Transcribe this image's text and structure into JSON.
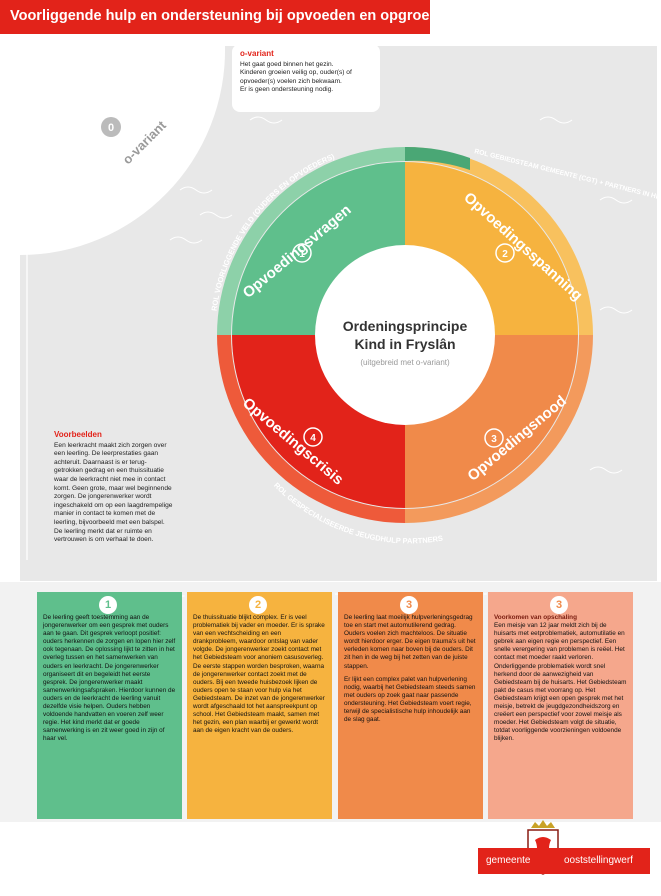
{
  "header": {
    "title": "Voorliggende hulp en ondersteuning bij opvoeden en opgroeien"
  },
  "o_variant": {
    "badge": "0",
    "label": "o-variant",
    "box_title": "o-variant",
    "box_lines": [
      "Het gaat goed binnen het gezin.",
      "Kinderen groeien veilig op, ouder(s) of",
      "opvoeder(s) voelen zich bekwaam.",
      "Er is geen ondersteuning nodig."
    ]
  },
  "center": {
    "title_line1": "Ordeningsprincipe",
    "title_line2": "Kind in Fryslân",
    "subtitle": "(uitgebreid met o-variant)"
  },
  "quadrants": [
    {
      "num": "1",
      "label": "Opvoedingsvragen",
      "color": "#5fbf8c"
    },
    {
      "num": "2",
      "label": "Opvoedingsspanning",
      "color": "#f6b33f"
    },
    {
      "num": "3",
      "label": "Opvoedingsnood",
      "color": "#f08a4a"
    },
    {
      "num": "4",
      "label": "Opvoedingscrisis",
      "color": "#e2231a"
    }
  ],
  "ring_labels": {
    "voorliggend": "ROL VOORLIGGENDE VELD (OUDERS EN OPVOEDERS)",
    "gebiedsteam": "ROL GEBIEDSTEAM GEMEENTE (CGT) + PARTNERS IN HET VOORLIGGENDE VELD",
    "specialistisch": "ROL GESPECIALISEERDE JEUGDHULP PARTNERS"
  },
  "voorbeelden": {
    "title": "Voorbeelden",
    "lines": [
      "Een leerkracht maakt zich zorgen over",
      "een leerling. De leerprestaties gaan",
      "achteruit. Daarnaast is er terug-",
      "getrokken gedrag en een thuissituatie",
      "waar de leerkracht niet mee in contact",
      "komt. Geen grote, maar wel beginnende",
      "zorgen. De jongerenwerker wordt",
      "ingeschakeld om op een laagdrempelige",
      "manier in contact te komen met de",
      "leerling, bijvoorbeeld met een balspel.",
      "De leerling merkt dat er ruimte en",
      "vertrouwen is om verhaal te doen."
    ]
  },
  "cards": [
    {
      "num": "1",
      "title": "",
      "paragraphs": [
        "De leerling geeft toestemming aan de jongerenwerker om een gesprek met ouders aan te gaan. Dit gesprek verloopt positief: ouders herkennen de zorgen en lopen hier zelf ook tegenaan. De oplossing lijkt te zitten in het overleg tussen en het samenwerken van ouders en leerkracht. De jongerenwerker organiseert dit en begeleidt het eerste gesprek. De jongerenwerker maakt samenwerkingsafspraken. Hierdoor kunnen de ouders en de leerkracht de leerling vanuit dezelfde visie helpen. Ouders hebben voldoende handvatten en voeren zelf weer regie. Het kind merkt dat er goede samenwerking is en zit weer goed in zijn of haar vel."
      ]
    },
    {
      "num": "2",
      "title": "",
      "paragraphs": [
        "De thuissituatie blijkt complex. Er is veel problematiek bij vader en moeder. Er is sprake van een vechtscheiding en een drankprobleem, waardoor ontslag van vader volgde. De jongerenwerker zoekt contact met het Gebiedsteam voor anoniem casusoverleg. De eerste stappen worden besproken, waarna de jongerenwerker contact zoekt met de ouders. Bij een tweede huisbezoek lijken de ouders open te staan voor hulp via het Gebiedsteam. De inzet van de jongerenwerker wordt afgeschaald tot het aanspreekpunt op school. Het Gebiedsteam maakt, samen met het gezin, een plan waarbij er gewerkt wordt aan de eigen kracht van de ouders."
      ]
    },
    {
      "num": "3",
      "title": "",
      "paragraphs": [
        "De leerling laat moeilijk hulpverleningsgedrag toe en start met automutilerend gedrag. Ouders voelen zich machteloos. De situatie wordt hierdoor erger. De eigen trauma's uit het verleden komen naar boven bij de ouders. Dit zit hen in de weg bij het zetten van de juiste stappen.",
        "Er lijkt een complex palet van hulpverlening nodig, waarbij het Gebiedsteam steeds samen met ouders op zoek gaat naar passende ondersteuning. Het Gebiedsteam voert regie, terwijl de specialistische hulp inhoudelijk aan de slag gaat."
      ]
    },
    {
      "num": "3",
      "title": "Voorkomen van opschaling",
      "paragraphs": [
        "Een meisje van 12 jaar meldt zich bij de huisarts met eetproblematiek, automutilatie en gebrek aan eigen regie en perspectief. Een snelle verergering van problemen is reëel. Het contact met moeder raakt verloren. Onderliggende problematiek wordt snel herkend door de aanwezigheid van Gebiedsteam bij de huisarts. Het Gebiedsteam pakt de casus met voorrang op. Het Gebiedsteam krijgt een open gesprek met het meisje, betrekt de jeugdgezondheidszorg en creëert een perspectief voor zowel meisje als moeder. Het Gebiedsteam volgt de situatie, totdat voorliggende voorzieningen voldoende blijken."
      ]
    }
  ],
  "footer": {
    "gemeente": "gemeente",
    "name": "ooststellingwerf"
  },
  "colors": {
    "red": "#e2231a",
    "green": "#5fbf8c",
    "yellow": "#f6b33f",
    "orange": "#f08a4a",
    "salmon": "#f5a78c"
  }
}
